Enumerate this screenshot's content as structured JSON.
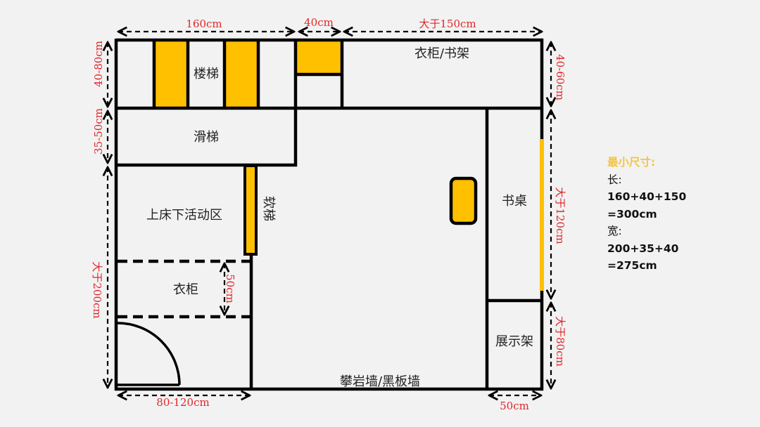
{
  "colors": {
    "background": "#f2f2f2",
    "wall": "#000000",
    "accent_yellow": "#ffc000",
    "dimension_red": "#e0262b",
    "note_title": "#f4c542"
  },
  "rooms": {
    "stairs": "楼梯",
    "wardrobe_shelf_top": "衣柜/书架",
    "slide": "滑梯",
    "under_bed_activity": "上床下活动区",
    "soft_ladder": "软梯",
    "wardrobe": "衣柜",
    "desk": "书桌",
    "display_shelf": "展示架",
    "climbing_blackboard_wall": "攀岩墙/黑板墙"
  },
  "dimensions": {
    "top_left_width": "160cm",
    "top_mid_width": "40cm",
    "top_right_width": "大于150cm",
    "left_top_height": "40-80cm",
    "left_slide_height": "35-50cm",
    "left_lower_height": "大于200cm",
    "wardrobe_depth": "50cm",
    "door_width": "80-120cm",
    "right_top_height": "40-60cm",
    "right_desk_height": "大于120cm",
    "right_display_height": "大于80cm",
    "display_width": "50cm"
  },
  "note": {
    "title": "最小尺寸:",
    "length_label": "长:",
    "length_formula": "160+40+150",
    "length_result": "=300cm",
    "width_label": "宽:",
    "width_formula": "200+35+40",
    "width_result": "=275cm"
  }
}
